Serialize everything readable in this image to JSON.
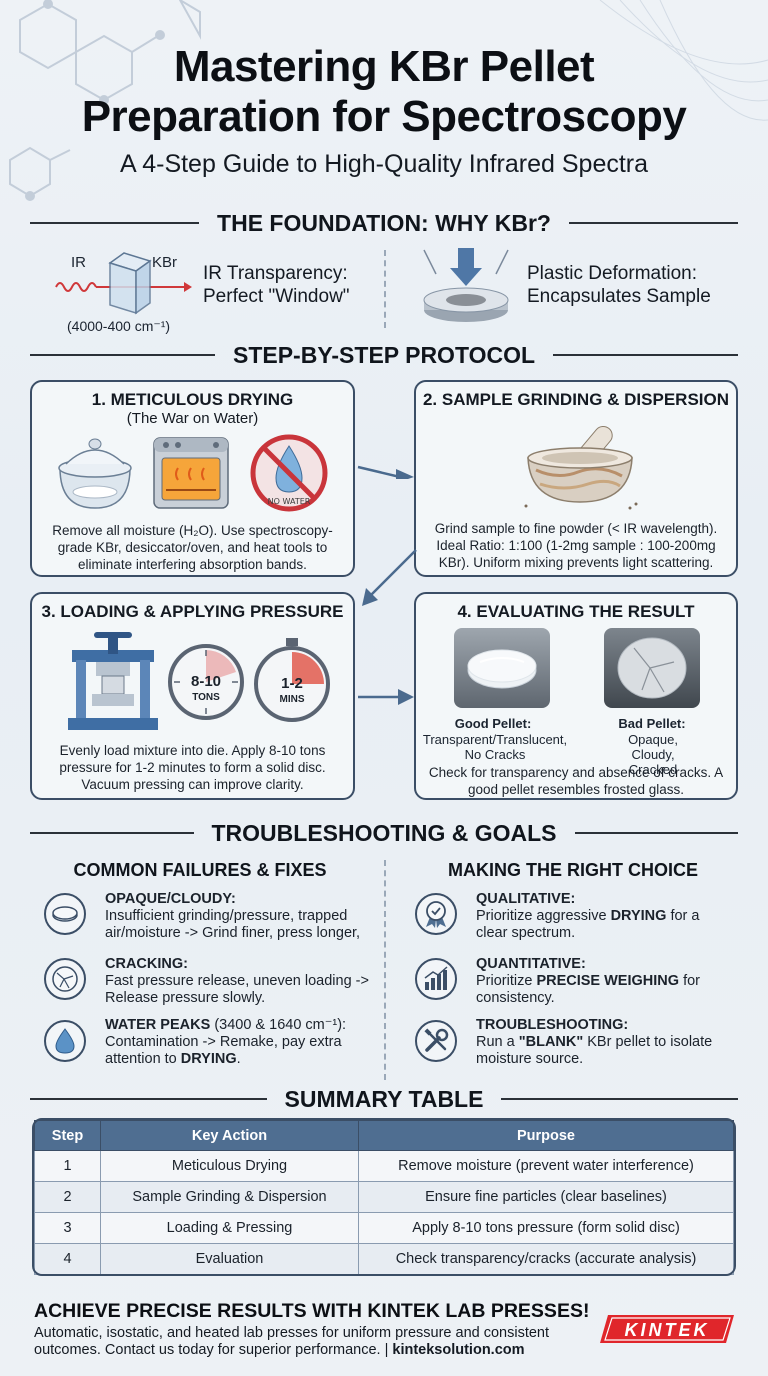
{
  "header": {
    "title_line1": "Mastering KBr Pellet",
    "title_line2": "Preparation for Spectroscopy",
    "subtitle": "A 4-Step Guide to High-Quality Infrared Spectra"
  },
  "foundation": {
    "heading": "THE FOUNDATION: WHY KBr?",
    "ir_label": "IR",
    "kbr_label": "KBr",
    "range_label": "(4000-400 cm⁻¹)",
    "transparency_line1": "IR Transparency:",
    "transparency_line2": "Perfect \"Window\"",
    "deformation_line1": "Plastic Deformation:",
    "deformation_line2": "Encapsulates Sample"
  },
  "protocol": {
    "heading": "STEP-BY-STEP PROTOCOL",
    "steps": [
      {
        "title": "1. METICULOUS DRYING",
        "subtitle": "(The War on Water)",
        "icon_text": "NO WATER",
        "body": "Remove all moisture (H₂O). Use spectroscopy-grade KBr, desiccator/oven, and heat tools to eliminate interfering absorption bands."
      },
      {
        "title": "2. SAMPLE GRINDING & DISPERSION",
        "body": "Grind sample to fine powder (< IR wavelength). Ideal Ratio: 1:100 (1-2mg sample : 100-200mg KBr). Uniform mixing prevents light scattering."
      },
      {
        "title": "3. LOADING & APPLYING PRESSURE",
        "gauge1_value": "8-10",
        "gauge1_unit": "TONS",
        "gauge2_value": "1-2",
        "gauge2_unit": "MINS",
        "body": "Evenly load mixture into die. Apply 8-10 tons pressure for 1-2 minutes to form a solid disc. Vacuum pressing can improve clarity."
      },
      {
        "title": "4. EVALUATING THE RESULT",
        "good_title": "Good Pellet:",
        "good_desc": "Transparent/Translucent, No Cracks",
        "bad_title": "Bad Pellet:",
        "bad_desc": "Opaque, Cloudy, Cracked",
        "body": "Check for transparency and absence of cracks. A good pellet resembles frosted glass."
      }
    ]
  },
  "troubleshooting": {
    "heading": "TROUBLESHOOTING & GOALS",
    "failures_title": "COMMON FAILURES & FIXES",
    "choice_title": "MAKING THE RIGHT CHOICE",
    "failures": [
      {
        "label": "OPAQUE/CLOUDY:",
        "text": "Insufficient grinding/pressure, trapped air/moisture -> Grind finer, press longer,",
        "icon": "pellet-icon"
      },
      {
        "label": "CRACKING:",
        "text": "Fast pressure release, uneven loading -> Release pressure slowly.",
        "icon": "crack-icon"
      },
      {
        "label": "WATER PEAKS",
        "label_extra": "(3400 & 1640 cm⁻¹):",
        "text": "Contamination -> Remake, pay extra attention to",
        "emph": "DRYING",
        "tail": ".",
        "icon": "water-drop-icon"
      }
    ],
    "choices": [
      {
        "label": "QUALITATIVE:",
        "pre": "Prioritize aggressive ",
        "emph": "DRYING",
        "post": " for a clear spectrum.",
        "icon": "award-icon"
      },
      {
        "label": "QUANTITATIVE:",
        "pre": "Prioritize ",
        "emph": "PRECISE WEIGHING",
        "post": " for consistency.",
        "icon": "bar-chart-icon"
      },
      {
        "label": "TROUBLESHOOTING:",
        "pre": "Run a ",
        "emph": "\"BLANK\"",
        "post": " KBr pellet to isolate moisture source.",
        "icon": "tools-icon"
      }
    ]
  },
  "summary": {
    "heading": "SUMMARY TABLE",
    "columns": [
      "Step",
      "Key Action",
      "Purpose"
    ],
    "rows": [
      [
        "1",
        "Meticulous Drying",
        "Remove moisture (prevent water interference)"
      ],
      [
        "2",
        "Sample Grinding & Dispersion",
        "Ensure fine particles (clear baselines)"
      ],
      [
        "3",
        "Loading & Pressing",
        "Apply 8-10 tons pressure (form solid disc)"
      ],
      [
        "4",
        "Evaluation",
        "Check transparency/cracks (accurate analysis)"
      ]
    ]
  },
  "cta": {
    "title": "ACHIEVE PRECISE RESULTS WITH KINTEK LAB PRESSES!",
    "body": "Automatic, isostatic, and heated lab presses for uniform pressure and consistent outcomes. Contact us today for superior performance. | ",
    "link": "kinteksolution.com",
    "logo_text": "KINTEK"
  },
  "colors": {
    "navy": "#3b4e66",
    "table_header": "#4f6e91",
    "arrow": "#4a6a8e",
    "logo_red": "#e0262b"
  }
}
